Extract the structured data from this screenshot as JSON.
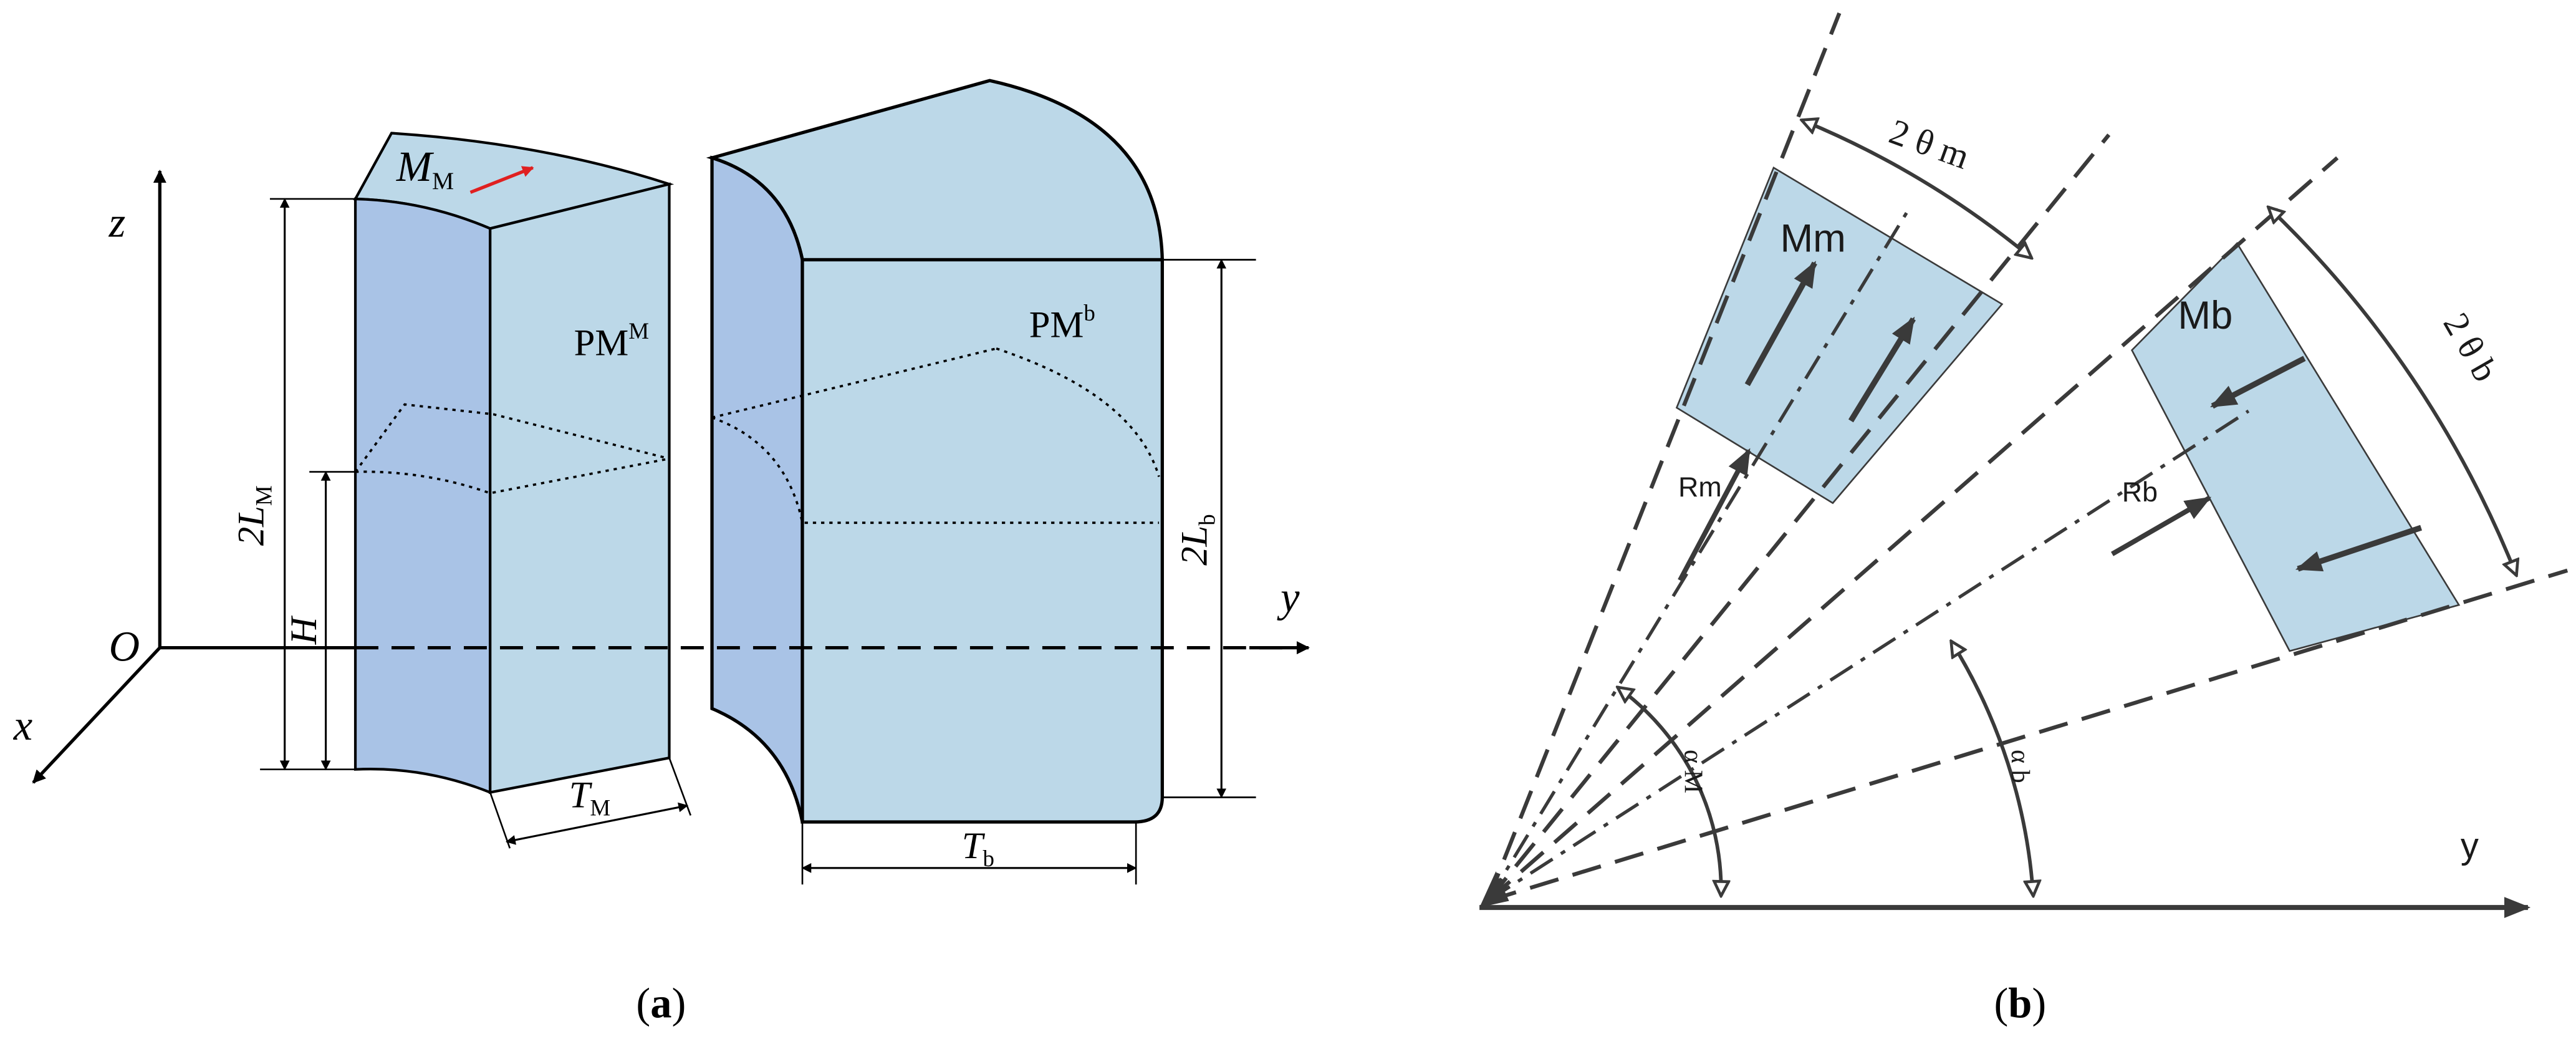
{
  "panel_a": {
    "caption_letter": "a",
    "axis_x": "x",
    "axis_y": "y",
    "axis_z": "z",
    "origin": "O",
    "magnet_M": {
      "sym": "PM",
      "sup": "M"
    },
    "magnet_b": {
      "sym": "PM",
      "sup": "b"
    },
    "mag_dir": {
      "sym": "M",
      "sub": "M"
    },
    "dim_2LM": {
      "sym": "2L",
      "sub": "M"
    },
    "dim_H": "H",
    "dim_TM": {
      "sym": "T",
      "sub": "M"
    },
    "dim_2Lb": {
      "sym": "2L",
      "sub": "b"
    },
    "dim_Tb": {
      "sym": "T",
      "sub": "b"
    }
  },
  "panel_b": {
    "caption_letter": "b",
    "axis_y": "y",
    "label_Mm": "Mm",
    "label_Mb": "Mb",
    "label_Rm": "Rm",
    "label_Rb": "Rb",
    "label_2theta_m": "2 θ m",
    "label_2theta_b": "2 θ b",
    "label_alpha_M": "α M",
    "label_alpha_b": "α b"
  },
  "colors": {
    "magnet_fill": "#bcd8e8",
    "magnet_face_dark": "#a9c3e6",
    "diagram_ink": "#3a3a3a",
    "arrow_red": "#e02020"
  }
}
